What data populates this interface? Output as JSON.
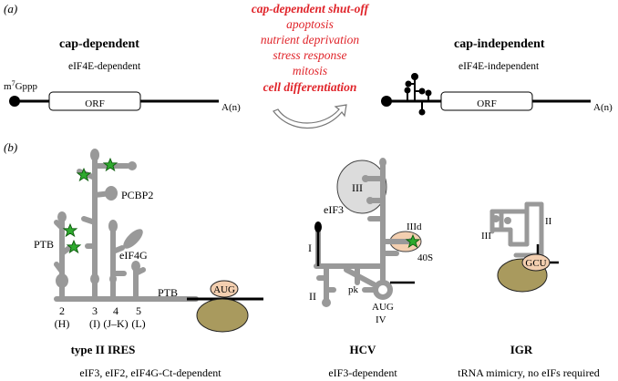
{
  "panel_a": {
    "label": "(a)",
    "left": {
      "title": "cap-dependent",
      "subtitle": "eIF4E-dependent",
      "cap": "m",
      "cap_sup": "7",
      "cap_rest": "Gppp",
      "orf": "ORF",
      "tail": "A(n)"
    },
    "right": {
      "title": "cap-independent",
      "subtitle": "eIF4E-independent",
      "orf": "ORF",
      "tail": "A(n)"
    },
    "conditions": [
      {
        "text": "cap-dependent shut-off",
        "bold": true
      },
      {
        "text": "apoptosis",
        "bold": false
      },
      {
        "text": "nutrient deprivation",
        "bold": false
      },
      {
        "text": "stress response",
        "bold": false
      },
      {
        "text": "mitosis",
        "bold": false
      },
      {
        "text": "cell differentiation",
        "bold": true
      }
    ]
  },
  "panel_b": {
    "label": "(b)",
    "type2": {
      "title": "type II IRES",
      "requirement": "eIF3, eIF2, eIF4G-Ct-dependent",
      "labels": {
        "pcbp2": "PCBP2",
        "ptb_left": "PTB",
        "eif4g": "eIF4G",
        "ptb_right": "PTB",
        "aug": "AUG"
      },
      "domains": [
        {
          "num": "2",
          "sub": "(H)"
        },
        {
          "num": "3",
          "sub": "(I)"
        },
        {
          "num": "4",
          "sub": "(J–K)"
        },
        {
          "num": "5",
          "sub": "(L)"
        }
      ]
    },
    "hcv": {
      "title": "HCV",
      "requirement": "eIF3-dependent",
      "labels": {
        "iii": "III",
        "eif3": "eIF3",
        "iiid": "IIId",
        "s40": "40S",
        "i": "I",
        "ii": "II",
        "pk": "pk",
        "aug": "AUG",
        "iv": "IV"
      }
    },
    "igr": {
      "title": "IGR",
      "requirement": "tRNA mimicry, no eIFs required",
      "labels": {
        "iii": "III",
        "ii": "II",
        "gcu": "GCU"
      }
    }
  },
  "colors": {
    "red": "#e0242a",
    "stem": "#999999",
    "ribosome": "#a99a5e",
    "aug_fill": "#f3cfb0",
    "oval": "#dcdcdc",
    "star": "#2eaa2e"
  }
}
